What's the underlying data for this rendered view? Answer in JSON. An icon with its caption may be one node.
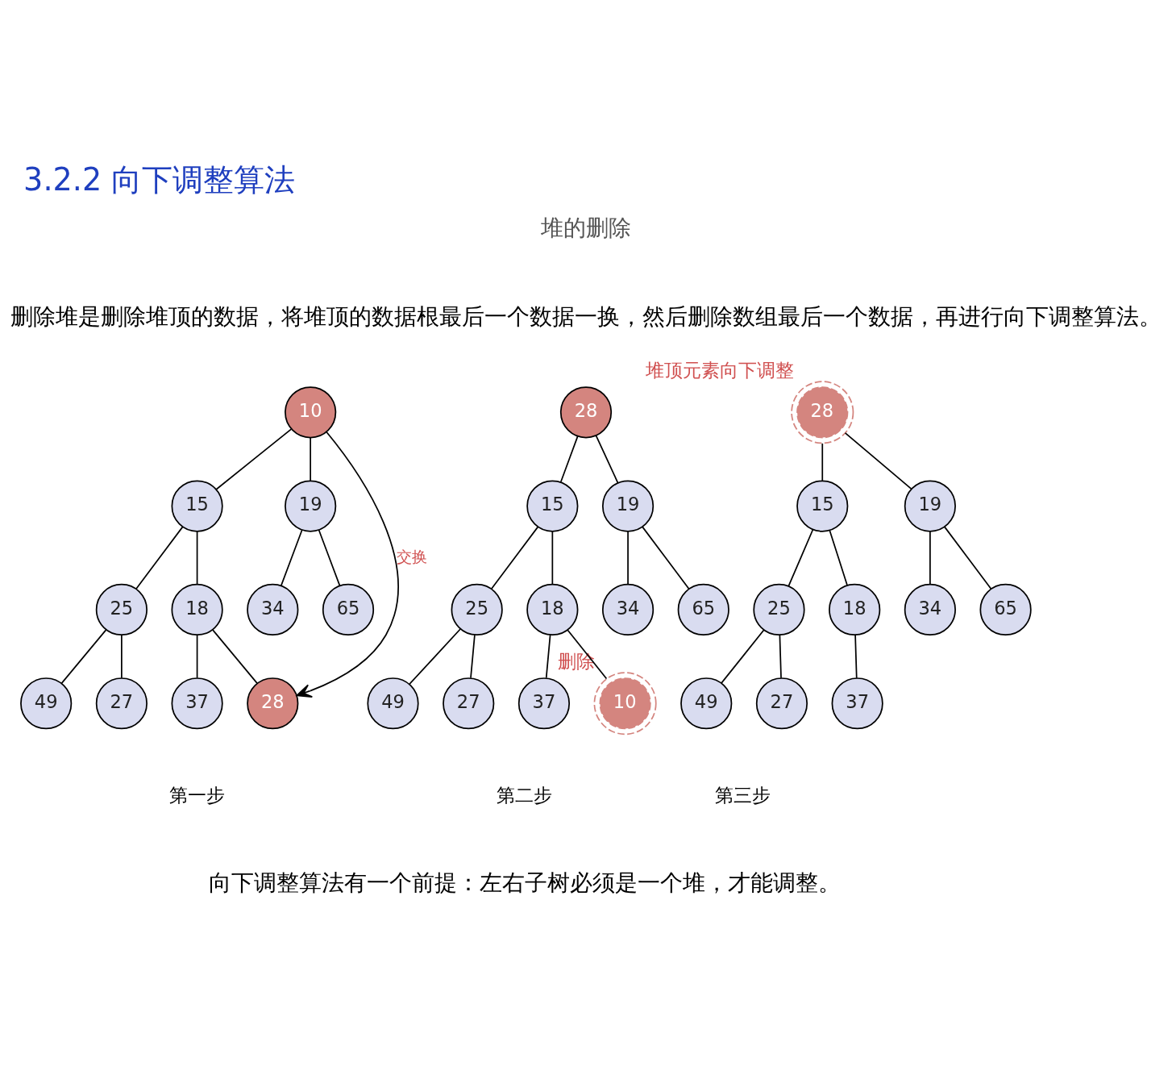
{
  "diagram": {
    "title": "3.2.2 向下调整算法",
    "nodes": [
      {
        "text": [
          "10"
        ]
      },
      {
        "text": [
          "15"
        ]
      },
      {
        "text": [
          "19"
        ]
      },
      {
        "text": [
          "25"
        ]
      },
      {
        "text": [
          "18"
        ]
      },
      {
        "text": [
          "34"
        ]
      },
      {
        "text": [
          "65"
        ]
      },
      {
        "text": [
          "49"
        ]
      },
      {
        "text": [
          "27"
        ]
      },
      {
        "text": [
          "37"
        ]
      },
      {
        "text": [
          "28"
        ]
      },
      {
        "text": [
          "28"
        ]
      },
      {
        "text": [
          "15"
        ]
      },
      {
        "text": [
          "19"
        ]
      },
      {
        "text": [
          "25"
        ]
      },
      {
        "text": [
          "18"
        ]
      },
      {
        "text": [
          "34"
        ]
      },
      {
        "text": [
          "65"
        ]
      },
      {
        "text": [
          "49"
        ]
      },
      {
        "text": [
          "27"
        ]
      },
      {
        "text": [
          "37"
        ]
      },
      {
        "text": [
          "10"
        ],
        "beside": [
          "删除"
        ]
      },
      {
        "text": [
          "28"
        ],
        "beside": [
          "堆顶元素向下调整"
        ]
      },
      {
        "text": [
          "15"
        ]
      },
      {
        "text": [
          "19"
        ]
      },
      {
        "text": [
          "25"
        ]
      },
      {
        "text": [
          "18"
        ]
      },
      {
        "text": [
          "34"
        ]
      },
      {
        "text": [
          "65"
        ]
      },
      {
        "text": [
          "49"
        ]
      },
      {
        "text": [
          "27"
        ]
      },
      {
        "text": [
          "37"
        ]
      }
    ],
    "edges": [
      {
        "from": 0,
        "to": 1,
        "arrow": "none"
      },
      {
        "from": 0,
        "to": 2,
        "arrow": "none"
      },
      {
        "from": 1,
        "to": 3,
        "arrow": "none"
      },
      {
        "from": 1,
        "to": 4,
        "arrow": "none"
      },
      {
        "from": 2,
        "to": 5,
        "arrow": "none"
      },
      {
        "from": 2,
        "to": 6,
        "arrow": "none"
      },
      {
        "from": 3,
        "to": 7,
        "arrow": "none"
      },
      {
        "from": 3,
        "to": 8,
        "arrow": "none"
      },
      {
        "from": 4,
        "to": 9,
        "arrow": "none"
      },
      {
        "from": 4,
        "to": 10,
        "arrow": "none"
      },
      {
        "from": 0,
        "to": 10,
        "arrow": "to",
        "label": "交换"
      },
      {
        "from": 11,
        "to": 12,
        "arrow": "none"
      },
      {
        "from": 11,
        "to": 13,
        "arrow": "none"
      },
      {
        "from": 12,
        "to": 14,
        "arrow": "none"
      },
      {
        "from": 12,
        "to": 15,
        "arrow": "none"
      },
      {
        "from": 13,
        "to": 16,
        "arrow": "none"
      },
      {
        "from": 13,
        "to": 17,
        "arrow": "none"
      },
      {
        "from": 14,
        "to": 18,
        "arrow": "none"
      },
      {
        "from": 14,
        "to": 19,
        "arrow": "none"
      },
      {
        "from": 15,
        "to": 20,
        "arrow": "none"
      },
      {
        "from": 15,
        "to": 21,
        "arrow": "none"
      },
      {
        "from": 22,
        "to": 23,
        "arrow": "none"
      },
      {
        "from": 22,
        "to": 24,
        "arrow": "none"
      },
      {
        "from": 23,
        "to": 25,
        "arrow": "none"
      },
      {
        "from": 23,
        "to": 26,
        "arrow": "none"
      },
      {
        "from": 24,
        "to": 27,
        "arrow": "none"
      },
      {
        "from": 24,
        "to": 28,
        "arrow": "none"
      },
      {
        "from": 25,
        "to": 29,
        "arrow": "none"
      },
      {
        "from": 25,
        "to": 30,
        "arrow": "none"
      },
      {
        "from": 26,
        "to": 31,
        "arrow": "none"
      }
    ],
    "labels": [
      "堆的删除",
      "删除堆是删除堆顶的数据，将堆顶的数据根最后一个数据一换，然后删除数组最后一个数据，再进行向下调整算法。",
      "第一步",
      "第二步",
      "第三步",
      "向下调整算法有一个前提：左右子树必须是一个堆，才能调整。"
    ]
  }
}
